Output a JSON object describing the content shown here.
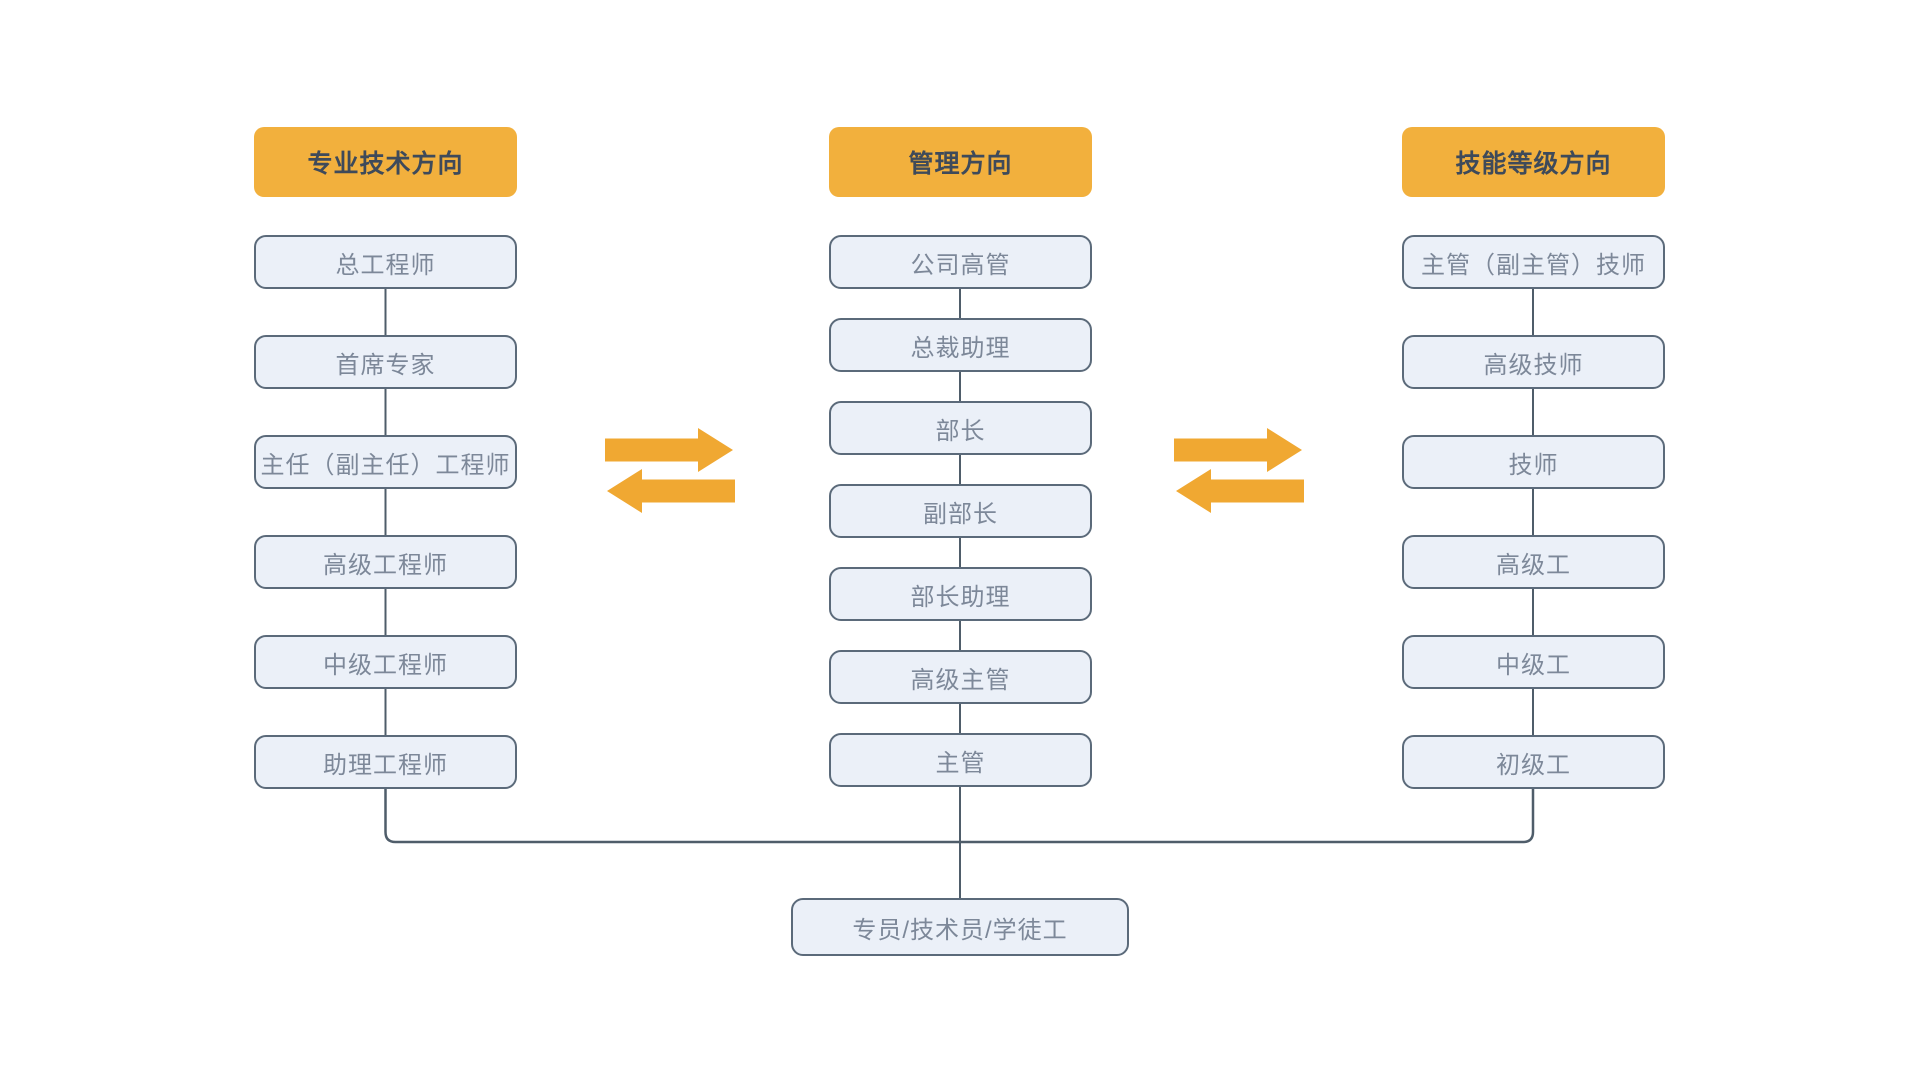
{
  "diagram": {
    "columns": [
      {
        "header": "专业技术方向",
        "items": [
          "总工程师",
          "首席专家",
          "主任（副主任）工程师",
          "高级工程师",
          "中级工程师",
          "助理工程师"
        ]
      },
      {
        "header": "管理方向",
        "items": [
          "公司高管",
          "总裁助理",
          "部长",
          "副部长",
          "部长助理",
          "高级主管",
          "主管"
        ]
      },
      {
        "header": "技能等级方向",
        "items": [
          "主管（副主管）技师",
          "高级技师",
          "技师",
          "高级工",
          "中级工",
          "初级工"
        ]
      }
    ],
    "base_item": "专员/技术员/学徒工",
    "colors": {
      "header_fill": "#F2B03D",
      "header_text": "#3E4A5A",
      "box_fill": "#EBF0F8",
      "box_border": "#5B6A7A",
      "box_text": "#7D8899",
      "connector": "#4F5D6A",
      "arrow": "#F0A832",
      "background": "#FFFFFF"
    }
  }
}
